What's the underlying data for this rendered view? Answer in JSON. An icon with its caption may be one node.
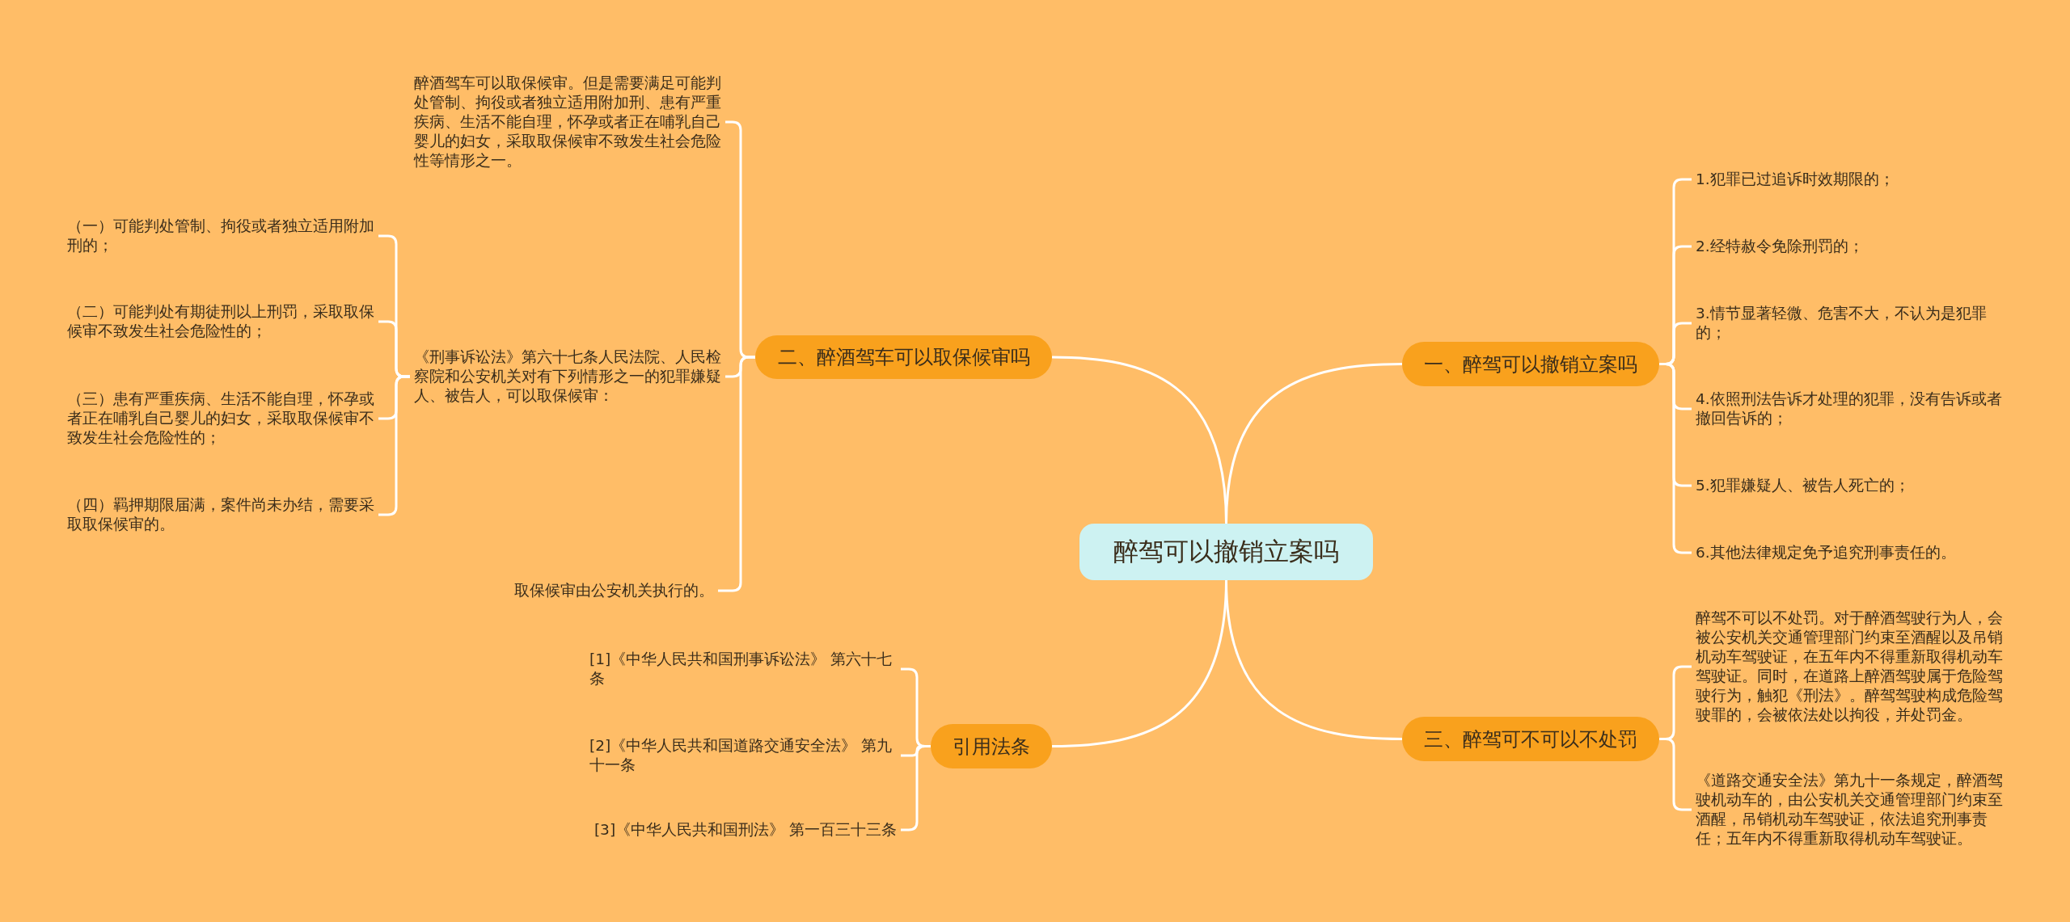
{
  "diagram": {
    "nodes": [
      {
        "text": [
          "醉驾可以撤销立案吗"
        ]
      },
      {
        "text": [
          "一、醉驾可以撤销立案吗"
        ]
      },
      {
        "text": [
          "1.犯罪已过追诉时效期限的；"
        ]
      },
      {
        "text": [
          "2.经特赦令免除刑罚的；"
        ]
      },
      {
        "text": [
          "3.情节显著轻微、危害不大，不认为是犯罪的；"
        ]
      },
      {
        "text": [
          "4.依照刑法告诉才处理的犯罪，没有告诉或者撤回告诉的；"
        ]
      },
      {
        "text": [
          "5.犯罪嫌疑人、被告人死亡的；"
        ]
      },
      {
        "text": [
          "6.其他法律规定免予追究刑事责任的。"
        ]
      },
      {
        "text": [
          "二、醉酒驾车可以取保候审吗"
        ]
      },
      {
        "text": [
          "醉酒驾车可以取保候审。但是需要满足可能判处管制、拘役或者独立适用附加刑、患有严重疾病、生活不能自理，怀孕或者正在哺乳自己婴儿的妇女，采取取保候审不致发生社会危险性等情形之一。"
        ]
      },
      {
        "text": [
          "《刑事诉讼法》第六十七条人民法院、人民检察院和公安机关对有下列情形之一的犯罪嫌疑人、被告人，可以取保候审："
        ]
      },
      {
        "text": [
          "（一）可能判处管制、拘役或者独立适用附加刑的；"
        ]
      },
      {
        "text": [
          "（二）可能判处有期徒刑以上刑罚，采取取保候审不致发生社会危险性的；"
        ]
      },
      {
        "text": [
          "（三）患有严重疾病、生活不能自理，怀孕或者正在哺乳自己婴儿的妇女，采取取保候审不致发生社会危险性的；"
        ]
      },
      {
        "text": [
          "（四）羁押期限届满，案件尚未办结，需要采取取保候审的。"
        ]
      },
      {
        "text": [
          "取保候审由公安机关执行的。"
        ]
      },
      {
        "text": [
          "三、醉驾可不可以不处罚"
        ]
      },
      {
        "text": [
          "醉驾不可以不处罚。对于醉酒驾驶行为人，会被公安机关交通管理部门约束至酒醒以及吊销机动车驾驶证，在五年内不得重新取得机动车驾驶证。同时，在道路上醉酒驾驶属于危险驾驶行为，触犯《刑法》。醉驾驾驶构成危险驾驶罪的，会被依法处以拘役，并处罚金。"
        ]
      },
      {
        "text": [
          "《道路交通安全法》第九十一条规定，醉酒驾驶机动车的，由公安机关交通管理部门约束至酒醒，吊销机动车驾驶证，依法追究刑事责任；五年内不得重新取得机动车驾驶证。"
        ]
      },
      {
        "text": [
          "引用法条"
        ]
      },
      {
        "text": [
          "[1]《中华人民共和国刑事诉讼法》 第六十七条"
        ]
      },
      {
        "text": [
          "[2]《中华人民共和国道路交通安全法》 第九十一条"
        ]
      },
      {
        "text": [
          "[3]《中华人民共和国刑法》 第一百三十三条"
        ]
      }
    ],
    "edges": [
      {
        "from": 0,
        "to": 1,
        "arrow": "none"
      },
      {
        "from": 1,
        "to": 2,
        "arrow": "none"
      },
      {
        "from": 1,
        "to": 3,
        "arrow": "none"
      },
      {
        "from": 1,
        "to": 4,
        "arrow": "none"
      },
      {
        "from": 1,
        "to": 5,
        "arrow": "none"
      },
      {
        "from": 1,
        "to": 6,
        "arrow": "none"
      },
      {
        "from": 1,
        "to": 7,
        "arrow": "none"
      },
      {
        "from": 0,
        "to": 8,
        "arrow": "none"
      },
      {
        "from": 8,
        "to": 9,
        "arrow": "none"
      },
      {
        "from": 8,
        "to": 10,
        "arrow": "none"
      },
      {
        "from": 10,
        "to": 11,
        "arrow": "none"
      },
      {
        "from": 10,
        "to": 12,
        "arrow": "none"
      },
      {
        "from": 10,
        "to": 13,
        "arrow": "none"
      },
      {
        "from": 10,
        "to": 14,
        "arrow": "none"
      },
      {
        "from": 8,
        "to": 15,
        "arrow": "none"
      },
      {
        "from": 0,
        "to": 16,
        "arrow": "none"
      },
      {
        "from": 16,
        "to": 17,
        "arrow": "none"
      },
      {
        "from": 16,
        "to": 18,
        "arrow": "none"
      },
      {
        "from": 0,
        "to": 19,
        "arrow": "none"
      },
      {
        "from": 19,
        "to": 20,
        "arrow": "none"
      },
      {
        "from": 19,
        "to": 21,
        "arrow": "none"
      },
      {
        "from": 19,
        "to": 22,
        "arrow": "none"
      }
    ]
  }
}
